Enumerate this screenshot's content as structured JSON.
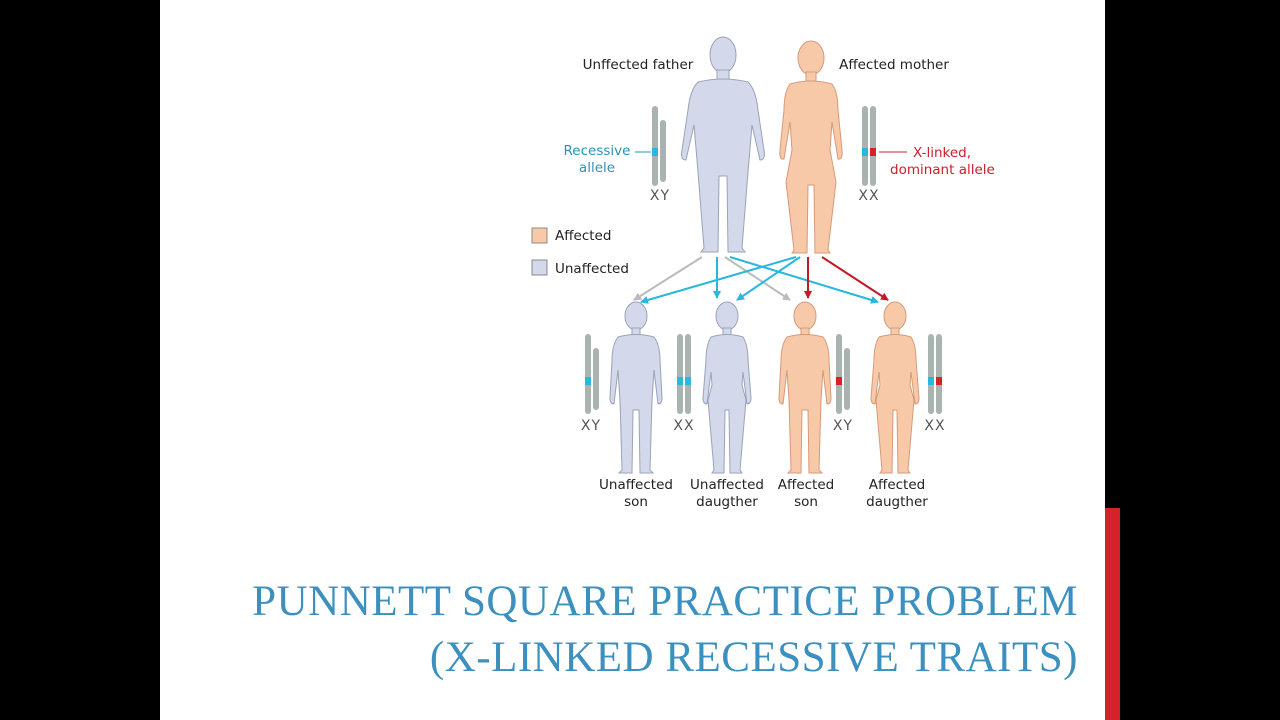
{
  "diagram": {
    "parents": {
      "father_label": "Unffected father",
      "mother_label": "Affected mother",
      "father_genotype": "XY",
      "mother_genotype": "XX",
      "recessive_allele_label": [
        "Recessive",
        "allele"
      ],
      "dominant_allele_label": [
        "X-linked,",
        "dominant allele"
      ]
    },
    "legend": {
      "affected": "Affected",
      "unaffected": "Unaffected"
    },
    "children": [
      {
        "genotype": "XY",
        "label": [
          "Unaffected",
          "son"
        ],
        "status": "unaffected"
      },
      {
        "genotype": "XX",
        "label": [
          "Unaffected",
          "daugther"
        ],
        "status": "unaffected"
      },
      {
        "genotype": "XY",
        "label": [
          "Affected",
          "son"
        ],
        "status": "affected"
      },
      {
        "genotype": "XX",
        "label": [
          "Affected",
          "daugther"
        ],
        "status": "affected"
      }
    ],
    "colors": {
      "affected_fill": "#f8c9a8",
      "unaffected_fill": "#d3d8ea",
      "recessive_allele": "#29b7dd",
      "dominant_allele": "#d3222a",
      "chromosome": "#a9b3b0"
    }
  },
  "title": {
    "line1": "PUNNETT SQUARE PRACTICE PROBLEM",
    "line2": "(X-LINKED RECESSIVE TRAITS)"
  }
}
